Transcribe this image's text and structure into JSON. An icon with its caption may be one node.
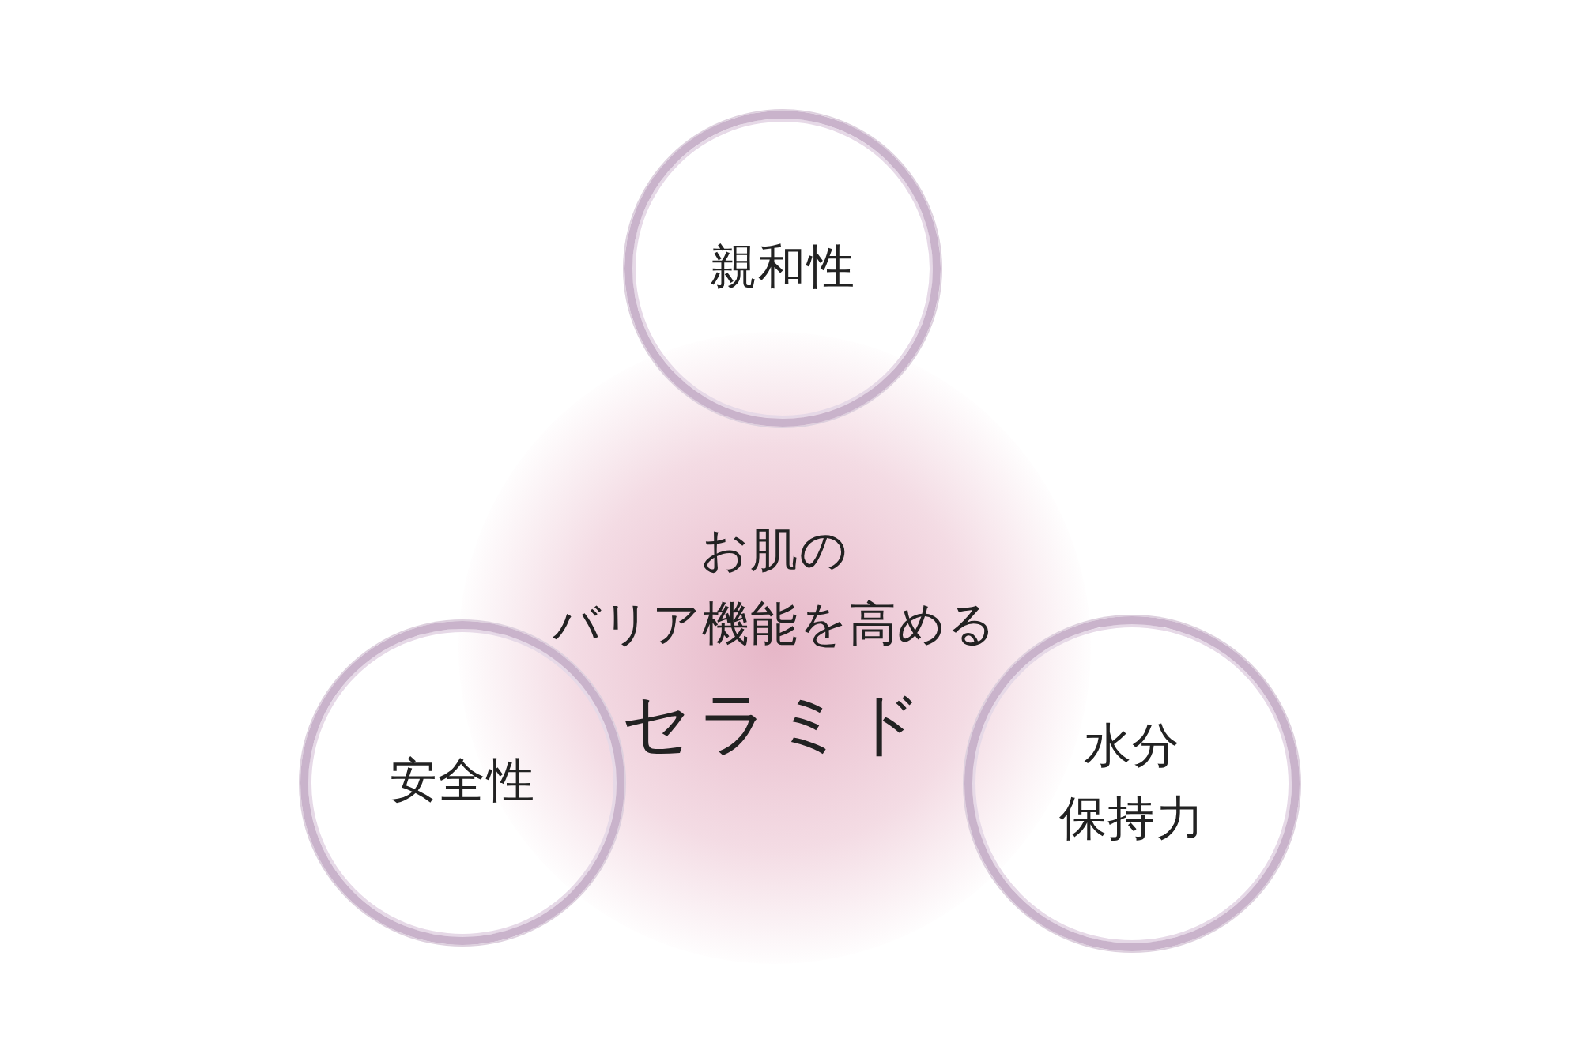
{
  "diagram": {
    "nodes": [
      {
        "text": [
          "親和性"
        ]
      },
      {
        "text": [
          "お肌のバリア機能を高める",
          "セラミド"
        ]
      },
      {
        "text": [
          "安全性"
        ]
      },
      {
        "text": [
          "水分保持力"
        ]
      }
    ]
  }
}
